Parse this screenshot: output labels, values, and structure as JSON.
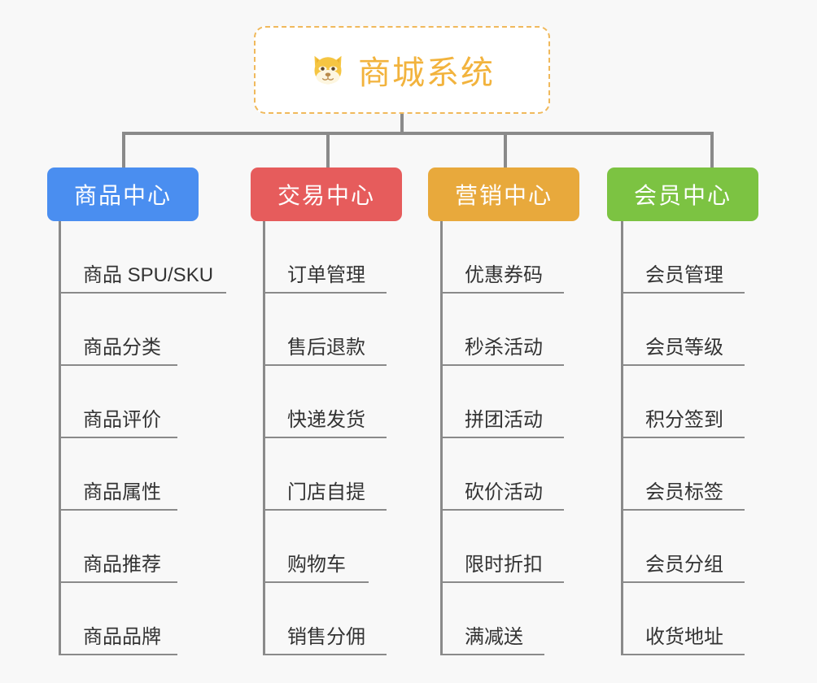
{
  "canvas": {
    "background": "#f8f8f8",
    "connector_color": "#8a8a8a"
  },
  "root": {
    "title": "商城系统",
    "icon": "dog-face-icon",
    "border_color": "#f0b95c",
    "text_color": "#f2b33d",
    "background": "#ffffff"
  },
  "categories": [
    {
      "label": "商品中心",
      "color": "#4a8ef0",
      "items": [
        "商品 SPU/SKU",
        "商品分类",
        "商品评价",
        "商品属性",
        "商品推荐",
        "商品品牌"
      ]
    },
    {
      "label": "交易中心",
      "color": "#e65c5c",
      "items": [
        "订单管理",
        "售后退款",
        "快递发货",
        "门店自提",
        "购物车",
        "销售分佣"
      ]
    },
    {
      "label": "营销中心",
      "color": "#e8a93c",
      "items": [
        "优惠券码",
        "秒杀活动",
        "拼团活动",
        "砍价活动",
        "限时折扣",
        "满减送"
      ]
    },
    {
      "label": "会员中心",
      "color": "#7cc342",
      "items": [
        "会员管理",
        "会员等级",
        "积分签到",
        "会员标签",
        "会员分组",
        "收货地址"
      ]
    }
  ]
}
